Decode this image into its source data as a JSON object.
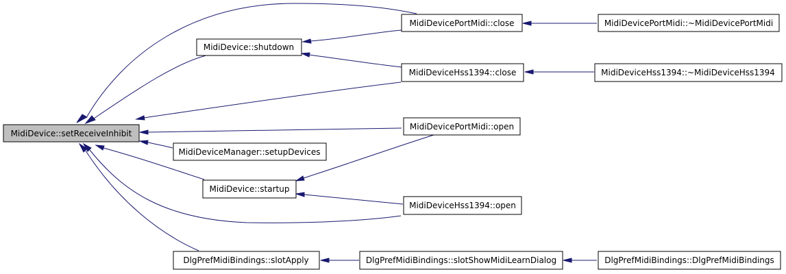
{
  "colors": {
    "edge": "#191970",
    "node_fill": "#ffffff",
    "root_fill": "#bfbfbf",
    "node_border": "#000000"
  },
  "nodes": {
    "root": "MidiDevice::setReceiveInhibit",
    "shutdown": "MidiDevice::shutdown",
    "startup": "MidiDevice::startup",
    "manager_setup": "MidiDeviceManager::setupDevices",
    "slot_apply": "DlgPrefMidiBindings::slotApply",
    "portmidi_close": "MidiDevicePortMidi::close",
    "hss_close": "MidiDeviceHss1394::close",
    "portmidi_open": "MidiDevicePortMidi::open",
    "hss_open": "MidiDeviceHss1394::open",
    "slot_show_learn": "DlgPrefMidiBindings::slotShowMidiLearnDialog",
    "portmidi_dtor": "MidiDevicePortMidi::~MidiDevicePortMidi",
    "hss_dtor": "MidiDeviceHss1394::~MidiDeviceHss1394",
    "dlg_ctor": "DlgPrefMidiBindings::DlgPrefMidiBindings"
  }
}
